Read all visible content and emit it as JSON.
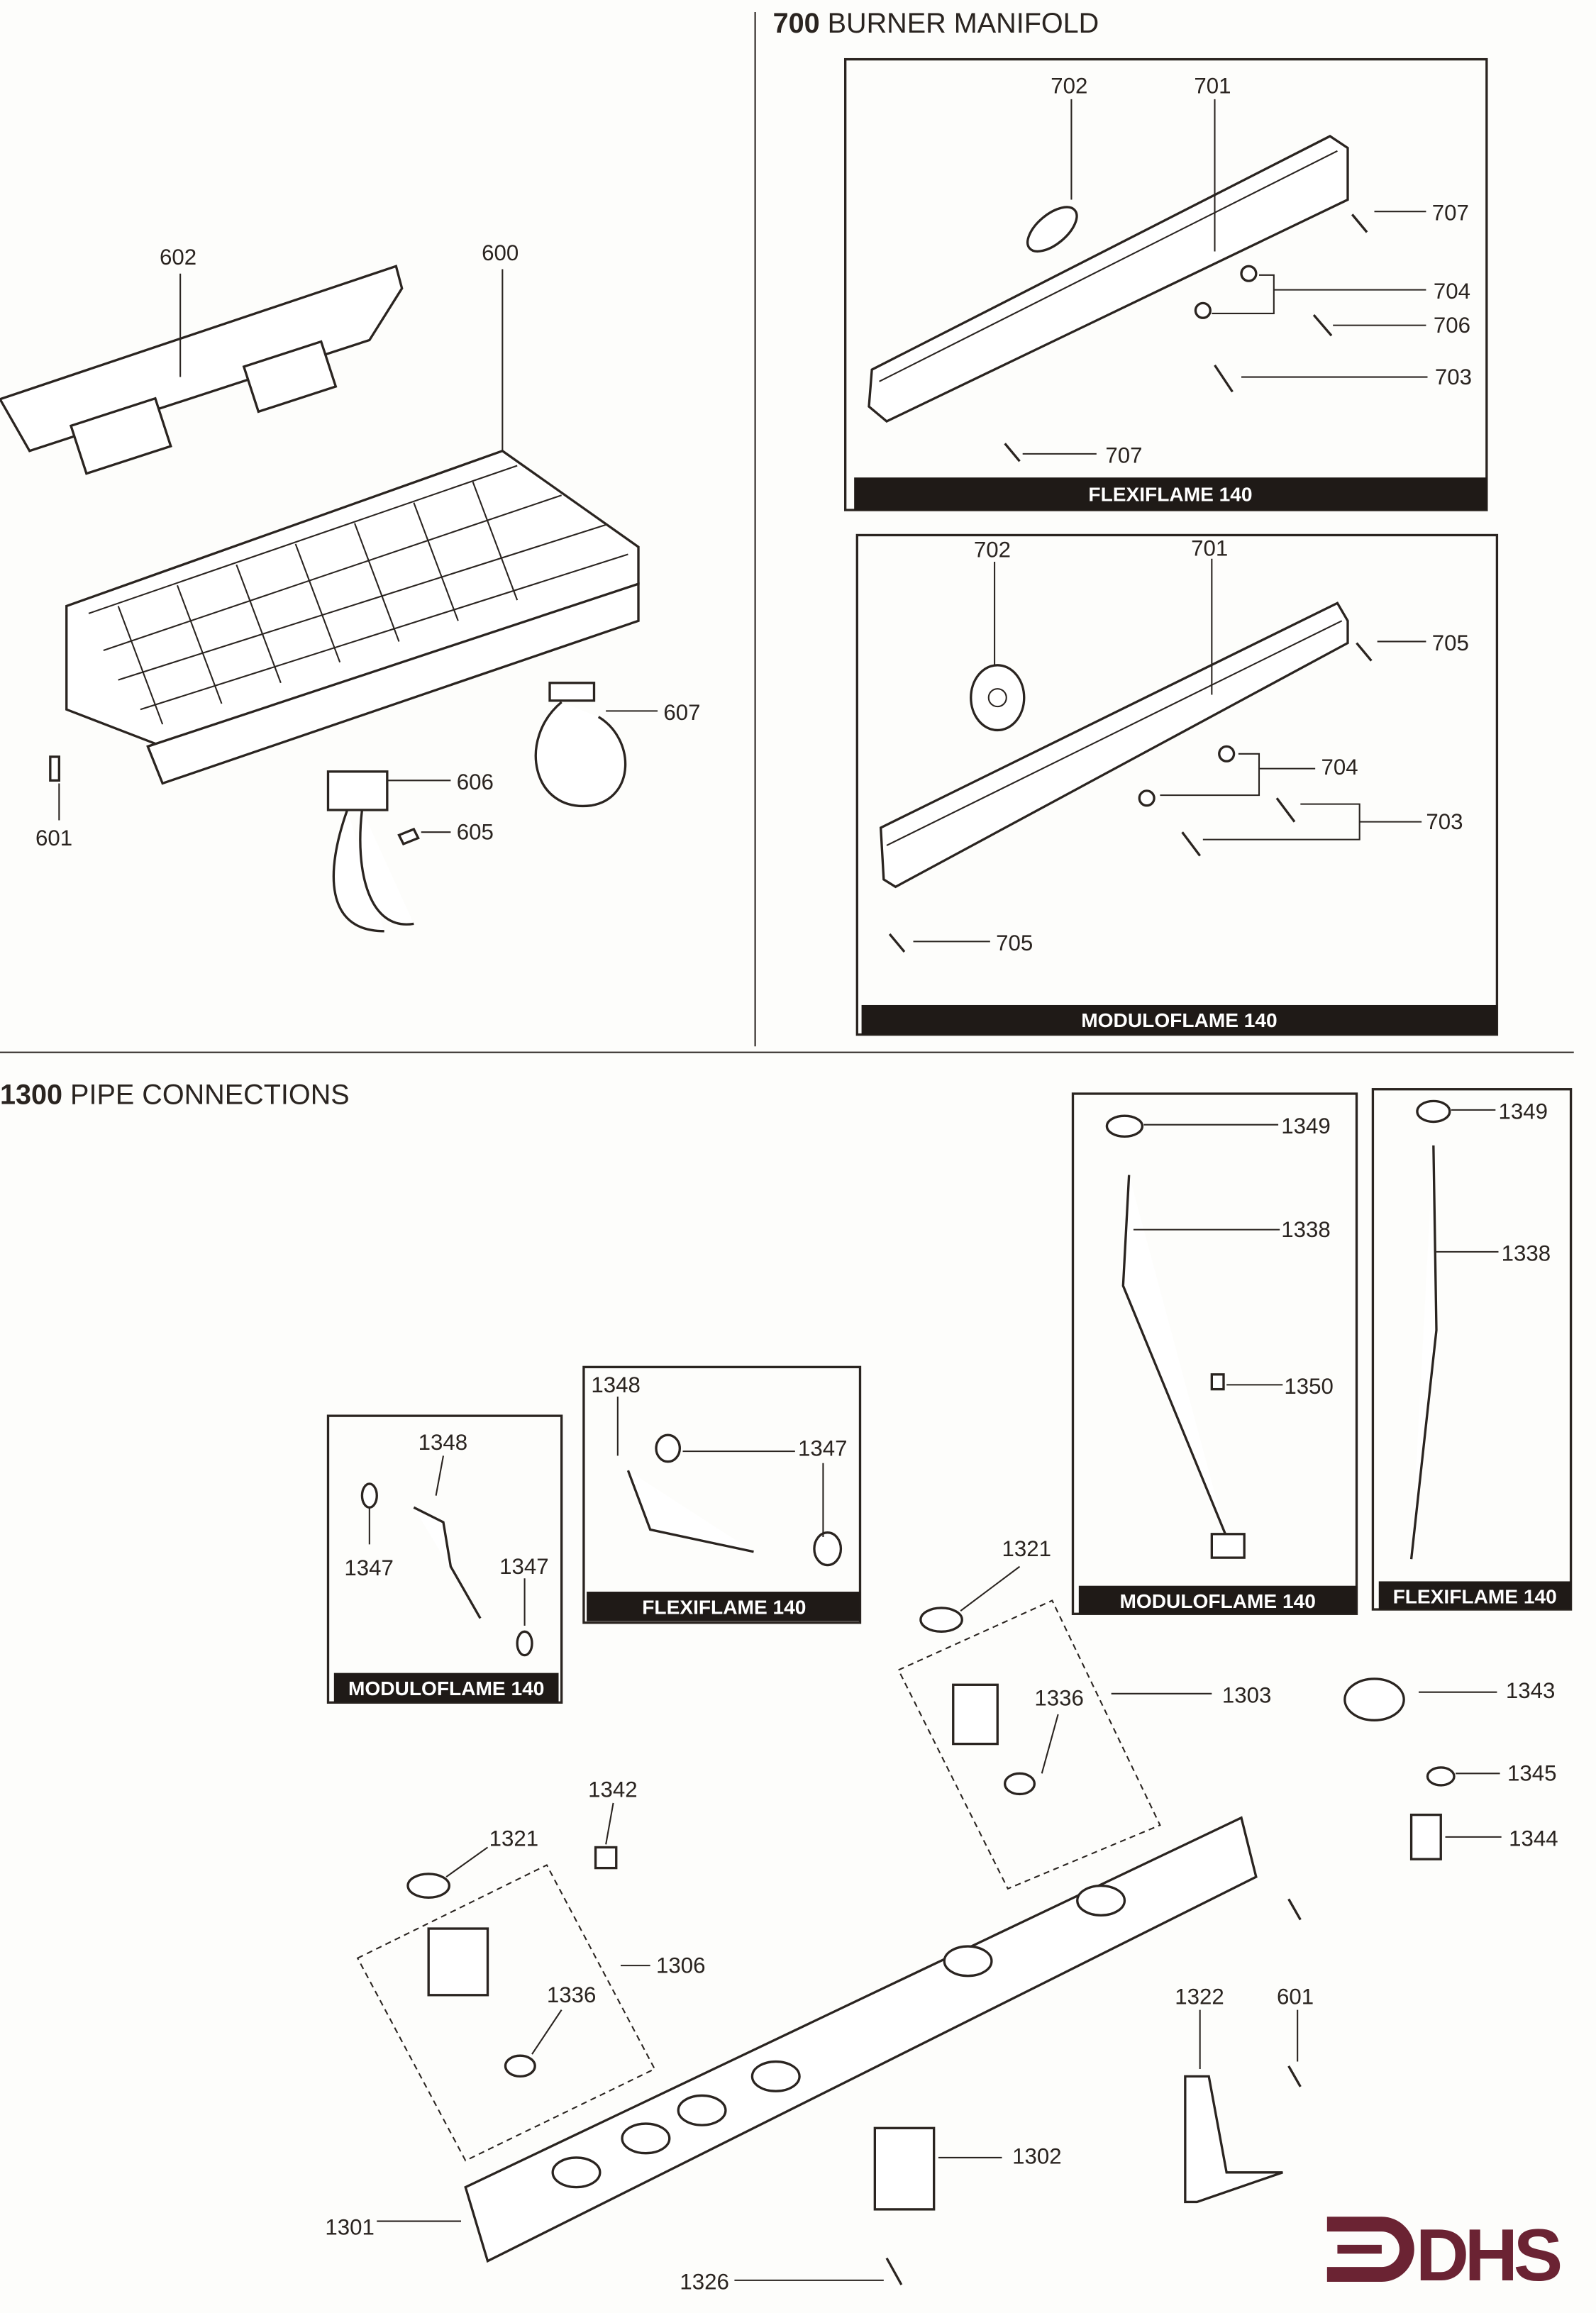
{
  "section_600": {
    "callouts": [
      "602",
      "600",
      "607",
      "606",
      "605",
      "601"
    ]
  },
  "section_700": {
    "number": "700",
    "title": "BURNER MANIFOLD",
    "panels": [
      {
        "caption": "FLEXIFLAME 140",
        "callouts": [
          "702",
          "701",
          "707",
          "704",
          "706",
          "703",
          "707"
        ]
      },
      {
        "caption": "MODULOFLAME 140",
        "callouts": [
          "702",
          "701",
          "705",
          "704",
          "703",
          "705"
        ]
      }
    ]
  },
  "section_1300": {
    "number": "1300",
    "title": "PIPE CONNECTIONS",
    "panels": [
      {
        "caption": "MODULOFLAME 140",
        "callouts": [
          "1348",
          "1347",
          "1347"
        ]
      },
      {
        "caption": "FLEXIFLAME 140",
        "callouts": [
          "1348",
          "1347"
        ]
      },
      {
        "caption": "MODULOFLAME 140",
        "callouts": [
          "1349",
          "1338",
          "1350"
        ]
      },
      {
        "caption": "FLEXIFLAME 140",
        "callouts": [
          "1349",
          "1338"
        ]
      }
    ],
    "callouts": [
      "1321",
      "1336",
      "1303",
      "1343",
      "1345",
      "1344",
      "1342",
      "1321",
      "1306",
      "1336",
      "1322",
      "601",
      "1302",
      "1301",
      "1326"
    ]
  },
  "logo": {
    "text": "DHS",
    "color": "#6b2333"
  }
}
